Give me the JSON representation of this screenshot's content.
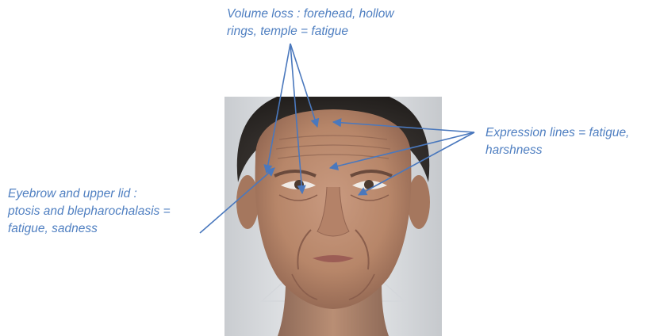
{
  "annotations": {
    "volume_loss": {
      "lines": [
        "Volume loss : forehead, hollow",
        "rings, temple = fatigue"
      ]
    },
    "expression_lines": {
      "lines": [
        "Expression lines = fatigue,",
        "harshness"
      ]
    },
    "eyebrow_lid": {
      "lines": [
        "Eyebrow and upper lid :",
        "ptosis and blepharochalasis =",
        "fatigue, sadness"
      ]
    }
  },
  "colors": {
    "annotation_text": "#4f7fc1",
    "arrow": "#4a78bd"
  },
  "figure": {
    "subject": "frontal-face-illustration"
  }
}
